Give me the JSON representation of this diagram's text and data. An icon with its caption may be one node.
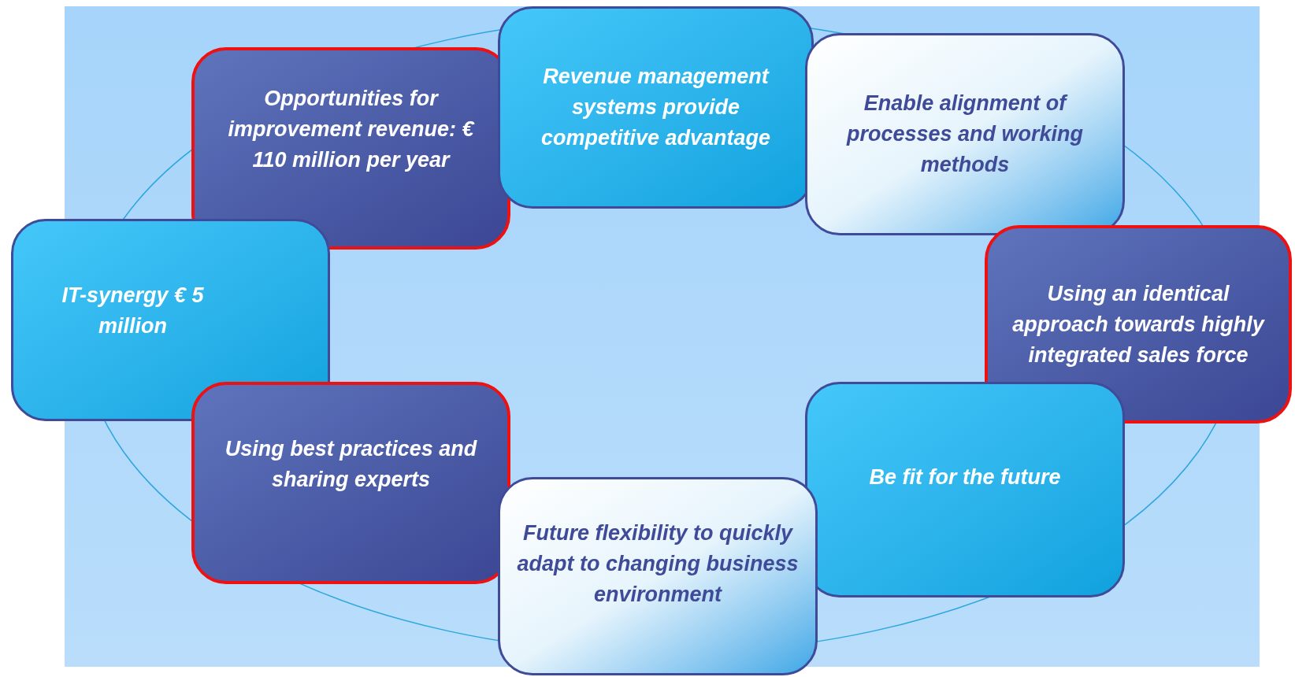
{
  "diagram": {
    "nodes": [
      {
        "text": [
          "Opportunities for improvement revenue:  € 110 million per year"
        ]
      },
      {
        "text": [
          "Revenue management systems provide competitive advantage"
        ]
      },
      {
        "text": [
          "Enable alignment of processes and working methods"
        ]
      },
      {
        "text": [
          "IT-synergy € 5 million"
        ]
      },
      {
        "text": [
          "Using an identical approach towards highly integrated sales force"
        ]
      },
      {
        "text": [
          "Using best practices and sharing experts"
        ]
      },
      {
        "text": [
          "Be fit for the future"
        ]
      },
      {
        "text": [
          "Future flexibility to quickly adapt to changing business environment"
        ]
      }
    ]
  }
}
